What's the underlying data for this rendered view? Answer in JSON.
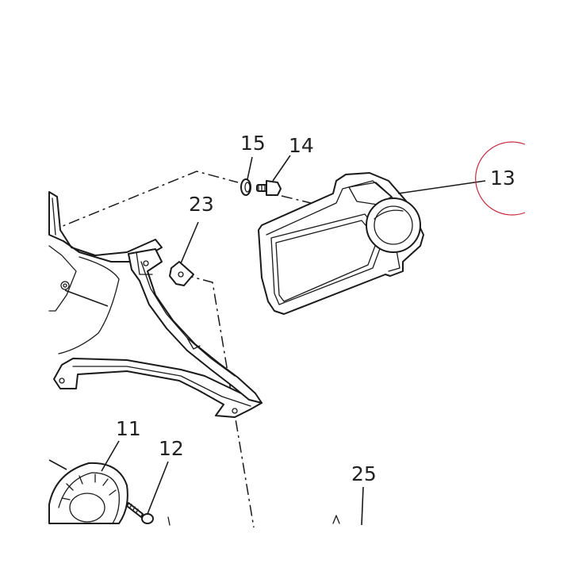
{
  "callouts": {
    "c11": "11",
    "c12": "12",
    "c13": "13",
    "c14": "14",
    "c15": "15",
    "c23": "23",
    "c25": "25"
  },
  "highlight": {
    "target": "13",
    "color": "#c8283c"
  },
  "colors": {
    "ink": "#1a1a1a",
    "paper": "#ffffff"
  }
}
